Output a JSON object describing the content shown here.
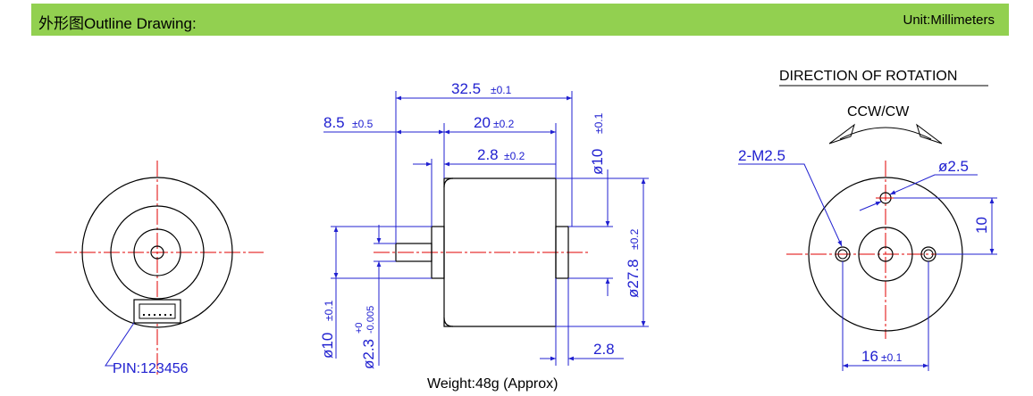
{
  "header": {
    "title": "外形图Outline Drawing:",
    "unit": "Unit:Millimeters"
  },
  "colors": {
    "header_bg": "#92d050",
    "dimension": "#2020d0",
    "centerline": "#e00000",
    "outline": "#000000"
  },
  "left_view": {
    "pin_label": "PIN:123456"
  },
  "side_view": {
    "dim_length": "32.5",
    "dim_length_tol": "±0.1",
    "dim_shaft_ext": "8.5",
    "dim_shaft_ext_tol": "±0.5",
    "dim_body": "20",
    "dim_body_tol": "±0.2",
    "dim_boss": "2.8",
    "dim_boss_tol": "±0.2",
    "dim_rear_dia": "ø10",
    "dim_rear_dia_tol": "±0.1",
    "dim_body_dia": "ø27.8",
    "dim_body_dia_tol": "±0.2",
    "dim_boss_dia": "ø10",
    "dim_boss_dia_tol": "±0.1",
    "dim_shaft_dia": "ø2.3",
    "dim_shaft_dia_tol_upper": "+0",
    "dim_shaft_dia_tol_lower": "-0.005",
    "dim_rear_len": "2.8",
    "weight": "Weight:48g (Approx)"
  },
  "right_view": {
    "rotation_title": "DIRECTION OF ROTATION",
    "rotation_value": "CCW/CW",
    "screw_label": "2-M2.5",
    "hole_dia": "ø2.5",
    "hole_offset": "10",
    "hole_spacing": "16",
    "hole_spacing_tol": "±0.1"
  }
}
